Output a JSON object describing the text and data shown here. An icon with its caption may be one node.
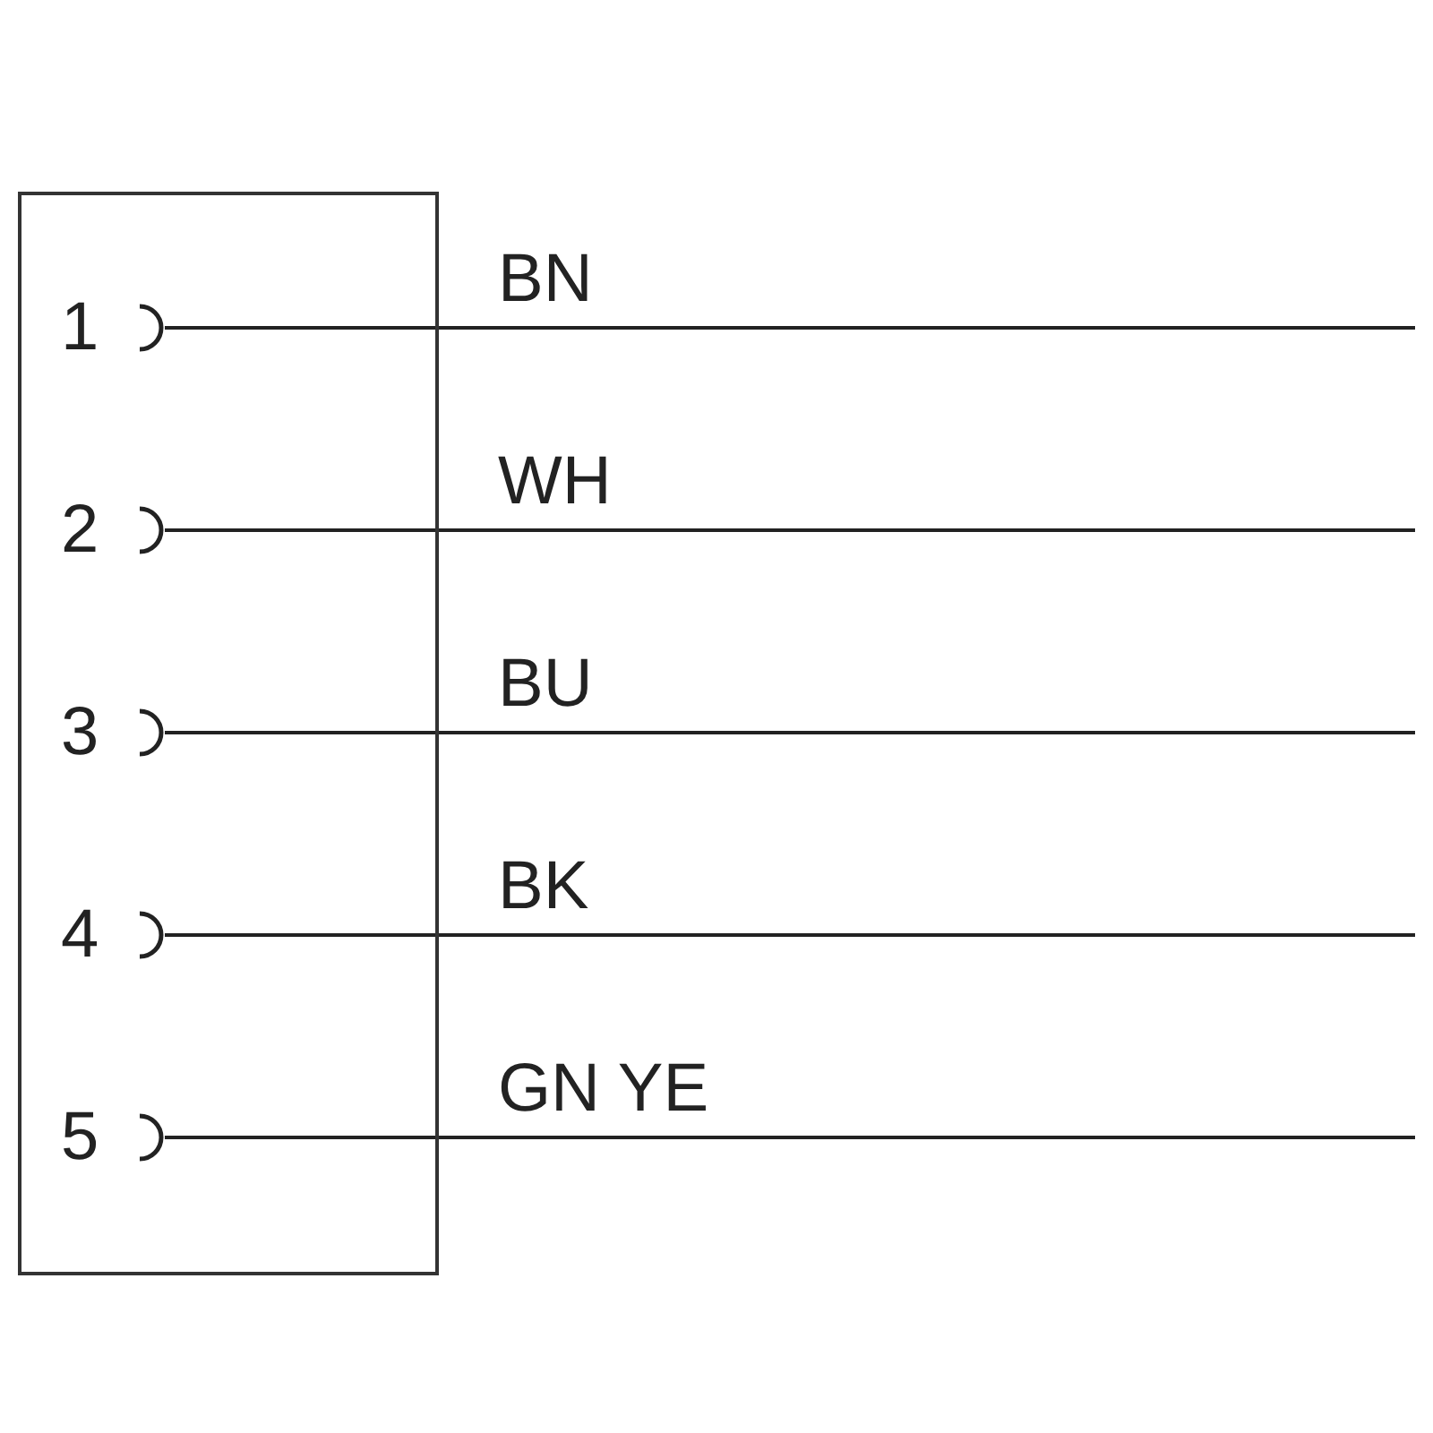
{
  "diagram": {
    "nodes": [
      {
        "text": [],
        "shape": "box"
      },
      {
        "text": [
          "1"
        ],
        "in": 0
      },
      {
        "text": [
          "2"
        ],
        "in": 0
      },
      {
        "text": [
          "3"
        ],
        "in": 0
      },
      {
        "text": [
          "4"
        ],
        "in": 0
      },
      {
        "text": [
          "5"
        ],
        "in": 0
      }
    ],
    "edges": [
      {
        "from": 1,
        "to": null,
        "arrow": "none",
        "label": "BN"
      },
      {
        "from": 2,
        "to": null,
        "arrow": "none",
        "label": "WH"
      },
      {
        "from": 3,
        "to": null,
        "arrow": "none",
        "label": "BU"
      },
      {
        "from": 4,
        "to": null,
        "arrow": "none",
        "label": "BK"
      },
      {
        "from": 5,
        "to": null,
        "arrow": "none",
        "label": "GN YE"
      }
    ]
  }
}
